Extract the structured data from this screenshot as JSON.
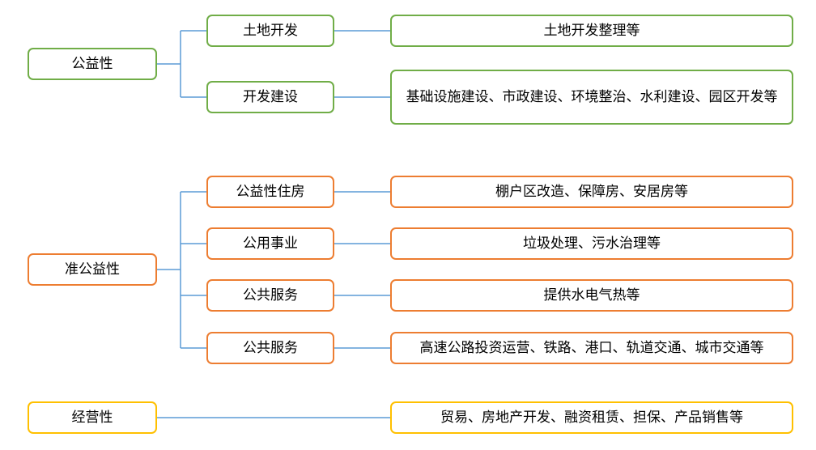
{
  "colors": {
    "connector": "#5b9bd5",
    "green": "#70ad47",
    "orange": "#ed7d31",
    "yellow": "#ffc000"
  },
  "groups": [
    {
      "label": "公益性",
      "items": [
        {
          "type": "土地开发",
          "examples": "土地开发整理等"
        },
        {
          "type": "开发建设",
          "examples": "基础设施建设、市政建设、环境整治、水利建设、园区开发等"
        }
      ]
    },
    {
      "label": "准公益性",
      "items": [
        {
          "type": "公益性住房",
          "examples": "棚户区改造、保障房、安居房等"
        },
        {
          "type": "公用事业",
          "examples": "垃圾处理、污水治理等"
        },
        {
          "type": "公共服务",
          "examples": "提供水电气热等"
        },
        {
          "type": "公共服务",
          "examples": "高速公路投资运营、铁路、港口、轨道交通、城市交通等"
        }
      ]
    },
    {
      "label": "经营性",
      "examples": "贸易、房地产开发、融资租赁、担保、产品销售等"
    }
  ]
}
